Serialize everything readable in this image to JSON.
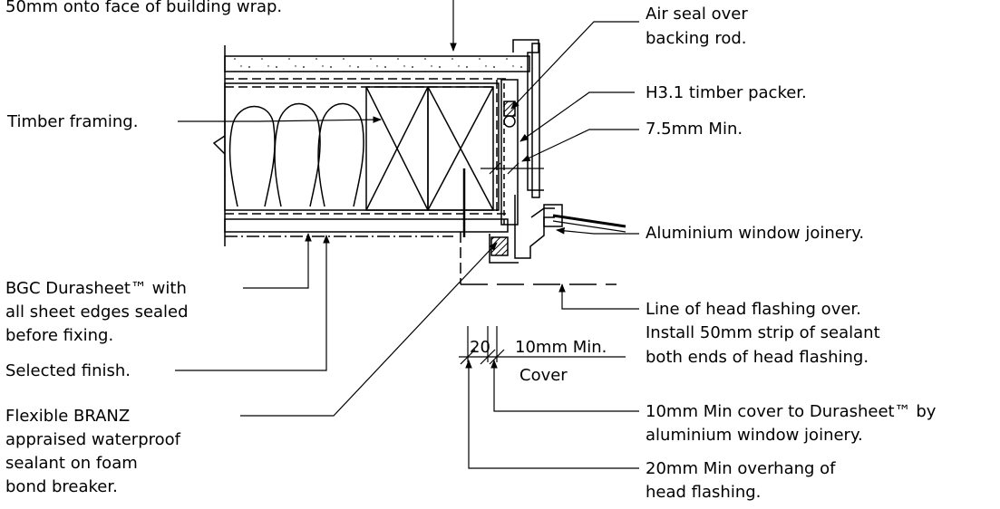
{
  "diagram": {
    "labels": {
      "top_left": "50mm onto face of building wrap.",
      "air_seal_1": "Air seal over",
      "air_seal_2": "backing rod.",
      "packer": "H3.1 timber packer.",
      "min_gap": "7.5mm Min.",
      "framing": "Timber framing.",
      "joinery": "Aluminium window joinery.",
      "durasheet_1": "BGC Durasheet™ with",
      "durasheet_2": "all sheet edges sealed",
      "durasheet_3": "before fixing.",
      "flashing_1": "Line of head flashing over.",
      "flashing_2": "Install 50mm strip of sealant",
      "flashing_3": "both ends of head flashing.",
      "finish": "Selected finish.",
      "sealant_1": "Flexible BRANZ",
      "sealant_2": "appraised waterproof",
      "sealant_3": "sealant on foam",
      "sealant_4": "bond breaker.",
      "cover_note_1": "10mm Min cover to Durasheet™ by",
      "cover_note_2": "aluminium window joinery.",
      "overhang_1": "20mm Min overhang of",
      "overhang_2": "head flashing."
    },
    "dimensions": {
      "twenty": "20",
      "ten_min": "10mm Min.",
      "cover": "Cover"
    }
  }
}
